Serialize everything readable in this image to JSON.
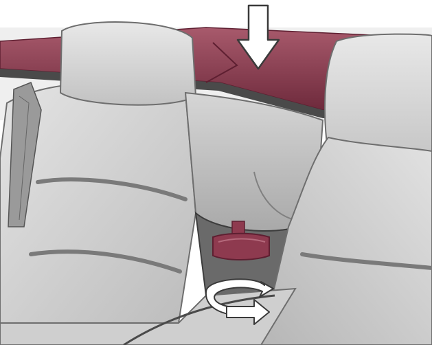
{
  "figure": {
    "kind": "technical-illustration",
    "palette": {
      "background": "#ffffff",
      "upholstery_light": "#d9d9d9",
      "upholstery_mid": "#bdbdbd",
      "upholstery_dark": "#8a8a8a",
      "shadow": "#4a4a4a",
      "highlight_part": "#8e3a4f",
      "highlight_part_dark": "#5e1f31",
      "arrow_fill": "#ffffff",
      "arrow_stroke": "#3a3a3a"
    },
    "elements": {
      "down_arrow": "arrow-down-icon",
      "rotate_arrow": "rotate-arrow-icon",
      "rear_shelf": "rear-parcel-shelf",
      "release_handle": "t-handle-release",
      "left_headrest": "left-headrest",
      "right_headrest": "right-headrest"
    }
  }
}
